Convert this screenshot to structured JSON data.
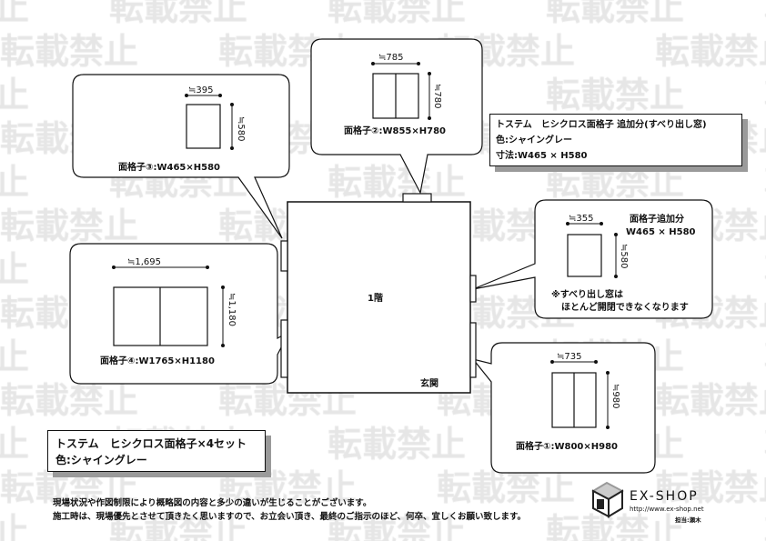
{
  "watermark": "転載禁止",
  "room": {
    "floor": "1階",
    "entrance": "玄関"
  },
  "callout_3": {
    "width": "≒395",
    "height": "≒580",
    "label": "面格子③:W465×H580"
  },
  "callout_2": {
    "width": "≒785",
    "height": "≒780",
    "label": "面格子②:W855×H780"
  },
  "callout_4": {
    "width": "≒1,695",
    "height": "≒1,180",
    "label": "面格子④:W1765×H1180"
  },
  "callout_1": {
    "width": "≒735",
    "height": "≒980",
    "label": "面格子①:W800×H980"
  },
  "callout_add": {
    "width": "≒355",
    "height": "≒580",
    "title": "面格子追加分",
    "size": "W465 × H580",
    "note1": "※すべり出し窓は",
    "note2": "ほとんど開閉できなくなります"
  },
  "info_add": {
    "line1": "トステム　ヒシクロス面格子 追加分(すべり出し窓)",
    "line2": "色:シャイングレー",
    "line3": "寸法:W465 × H580"
  },
  "info_main": {
    "line1": "トステム　ヒシクロス面格子×4セット",
    "line2": "色:シャイングレー"
  },
  "notes": [
    "現場状況や作図制限により概略図の内容と多少の違いが生じることがございます。",
    "施工時は、現場優先とさせて頂きたく思いますので、お立会い頂き、最終のご指示のほど、何卒、宜しくお願い致します。"
  ],
  "logo": {
    "name": "EX-SHOP",
    "url": "http://www.ex-shop.net",
    "staff": "担当:瀬木"
  }
}
